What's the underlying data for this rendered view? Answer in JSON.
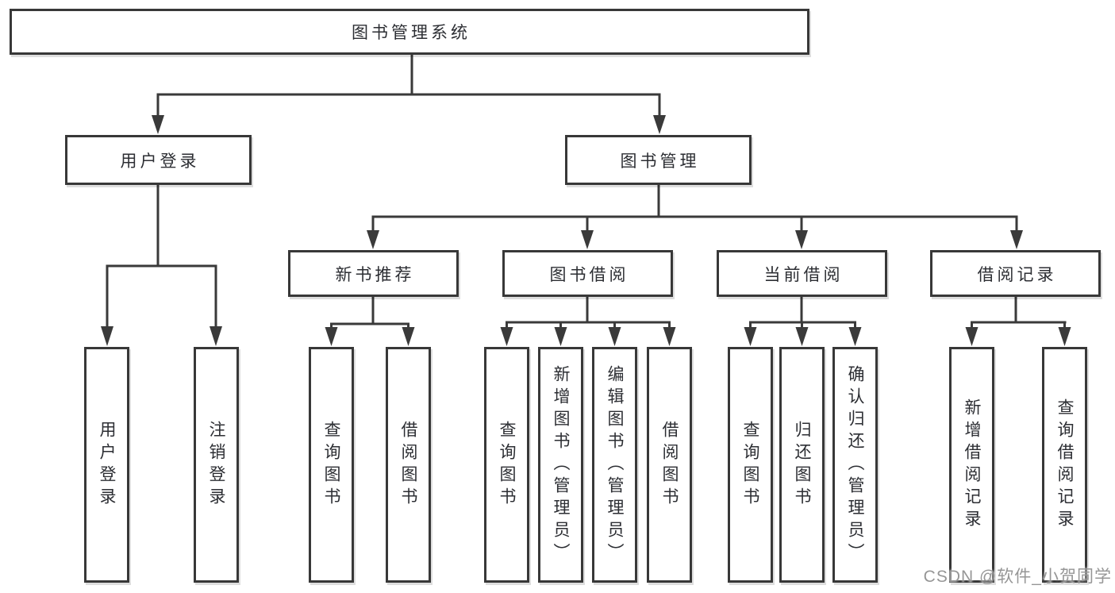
{
  "tree": {
    "root": {
      "label": "图书管理系统"
    },
    "branches": [
      {
        "label": "用户登录",
        "leaves": [
          {
            "label": "用户登录"
          },
          {
            "label": "注销登录"
          }
        ]
      },
      {
        "label": "图书管理",
        "groups": [
          {
            "label": "新书推荐",
            "leaves": [
              {
                "label": "查询图书"
              },
              {
                "label": "借阅图书"
              }
            ]
          },
          {
            "label": "图书借阅",
            "leaves": [
              {
                "label": "查询图书"
              },
              {
                "label": "新增图书（管理员）"
              },
              {
                "label": "编辑图书（管理员）"
              },
              {
                "label": "借阅图书"
              }
            ]
          },
          {
            "label": "当前借阅",
            "leaves": [
              {
                "label": "查询图书"
              },
              {
                "label": "归还图书"
              },
              {
                "label": "确认归还（管理员）"
              }
            ]
          },
          {
            "label": "借阅记录",
            "leaves": [
              {
                "label": "新增借阅记录"
              },
              {
                "label": "查询借阅记录"
              }
            ]
          }
        ]
      }
    ]
  },
  "watermark": {
    "text": "CSDN @软件_小贺同学"
  },
  "colors": {
    "line": "#3a3a3a",
    "box_border": "#383838",
    "text": "#2c2e33",
    "watermark": "#969696",
    "background": "#ffffff"
  }
}
